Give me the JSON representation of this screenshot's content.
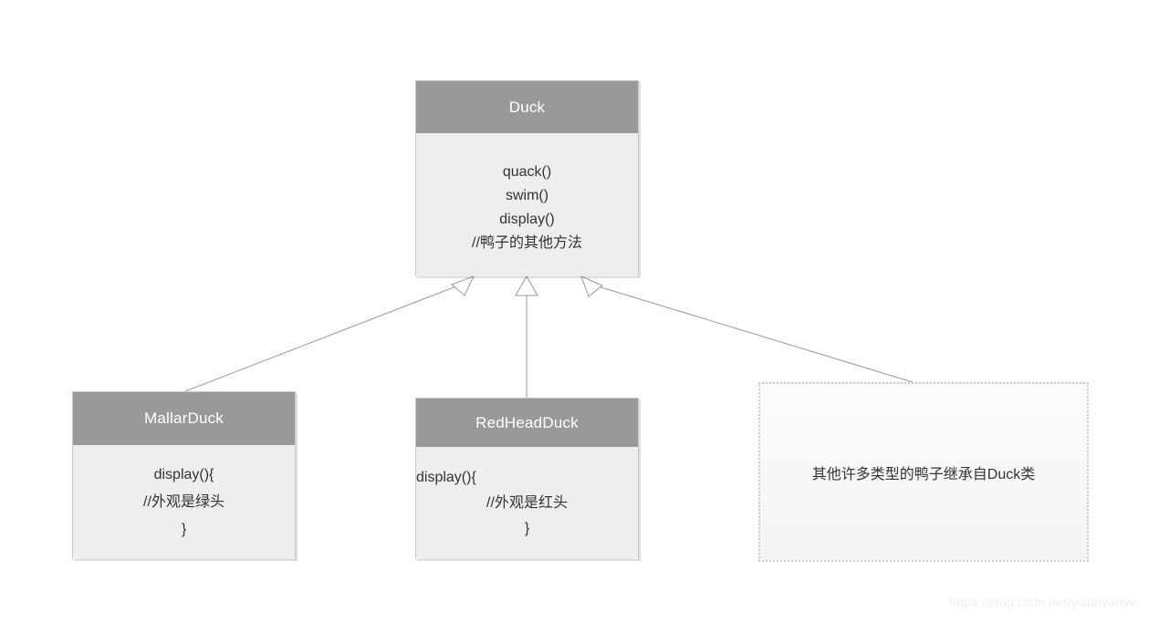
{
  "diagram": {
    "title": "Duck UML Class Diagram",
    "type": "uml-class-diagram",
    "colors": {
      "header_fill": "#999999",
      "header_text": "#ffffff",
      "body_fill": "#eeeeee",
      "body_text": "#333333",
      "border": "#c8c8c8",
      "connector": "#999999",
      "note_border": "#cccccc",
      "watermark_text": "#eceff1",
      "background": "#ffffff"
    },
    "classes": [
      {
        "id": "duck",
        "name": "Duck",
        "members": [
          "quack()",
          "swim()",
          "display()",
          "//鸭子的其他方法"
        ]
      },
      {
        "id": "mallarduck",
        "name": "MallarDuck",
        "members": [
          "display(){",
          "//外观是绿头",
          "}"
        ]
      },
      {
        "id": "redheadduck",
        "name": "RedHeadDuck",
        "members": [
          "display(){",
          "//外观是红头",
          "}"
        ]
      }
    ],
    "note": {
      "id": "other-ducks",
      "text": "其他许多类型的鸭子继承自Duck类"
    },
    "relationships": [
      {
        "type": "generalization",
        "from": "MallarDuck",
        "to": "Duck"
      },
      {
        "type": "generalization",
        "from": "RedHeadDuck",
        "to": "Duck"
      },
      {
        "type": "generalization",
        "from": "other-ducks",
        "to": "Duck"
      }
    ]
  },
  "watermark": {
    "text": "https://blog.csdn.net/yisuoyanyv"
  }
}
